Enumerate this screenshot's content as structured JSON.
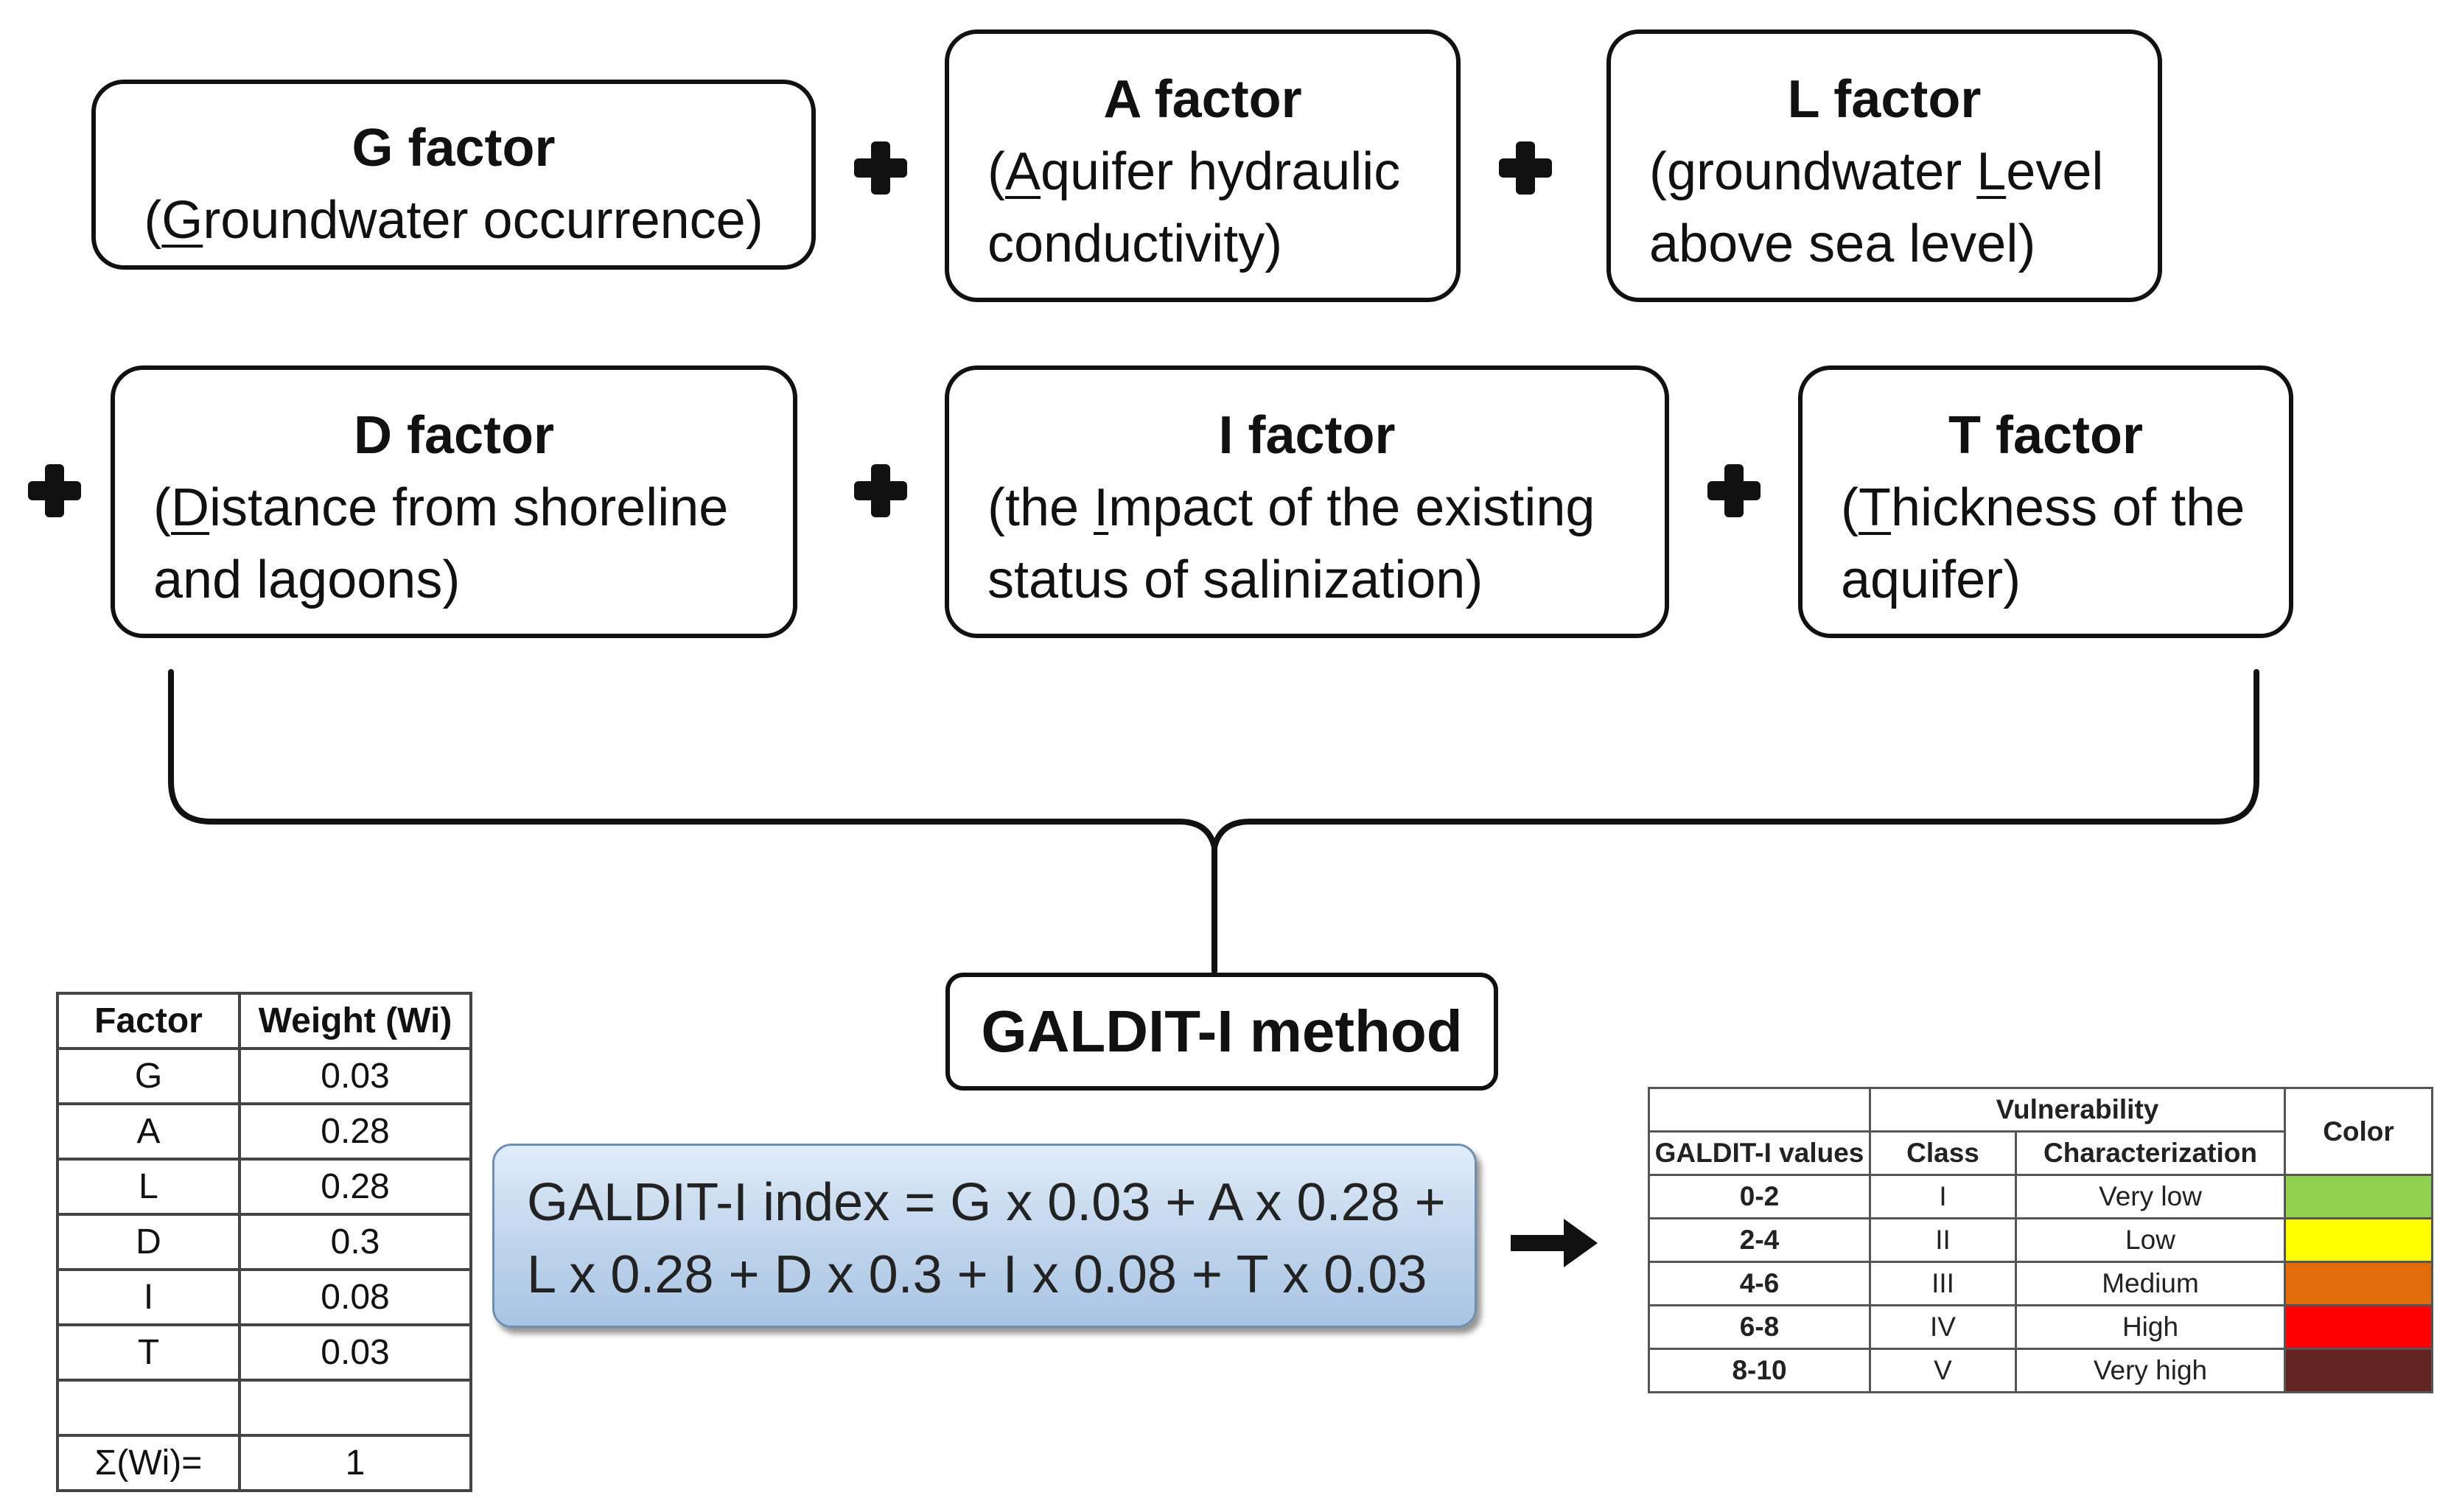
{
  "factors": [
    {
      "title": "G factor",
      "desc_pre": "(",
      "desc_letter": "G",
      "desc_post": "roundwater occurrence)",
      "desc_line2": ""
    },
    {
      "title": "A factor",
      "desc_pre": "(",
      "desc_letter": "A",
      "desc_post": "quifer hydraulic",
      "desc_line2": "conductivity)"
    },
    {
      "title": "L factor",
      "desc_pre": "(groundwater ",
      "desc_letter": "L",
      "desc_post": "evel",
      "desc_line2": "above sea level)"
    },
    {
      "title": "D factor",
      "desc_pre": "(",
      "desc_letter": "D",
      "desc_post": "istance from shoreline",
      "desc_line2": "and lagoons)"
    },
    {
      "title": "I factor",
      "desc_pre": "(the ",
      "desc_letter": "I",
      "desc_post": "mpact of the existing",
      "desc_line2": "status of salinization)"
    },
    {
      "title": "T factor",
      "desc_pre": "(",
      "desc_letter": "T",
      "desc_post": "hickness of the",
      "desc_line2": "aquifer)"
    }
  ],
  "method_label": "GALDIT-I method",
  "index_formula": {
    "line1": "GALDIT-I index = G x 0.03 + A x 0.28 +",
    "line2": "L x 0.28 + D x 0.3 + I x 0.08 + T x 0.03"
  },
  "weights_table": {
    "headers": [
      "Factor",
      "Weight (Wi)"
    ],
    "rows": [
      [
        "G",
        "0.03"
      ],
      [
        "A",
        "0.28"
      ],
      [
        "L",
        "0.28"
      ],
      [
        "D",
        "0.3"
      ],
      [
        "I",
        "0.08"
      ],
      [
        "T",
        "0.03"
      ],
      [
        "",
        ""
      ],
      [
        "Σ(Wi)=",
        "1"
      ]
    ]
  },
  "vulnerability_table": {
    "group_header": "Vulnerability",
    "col_values": "GALDIT-I values",
    "col_class": "Class",
    "col_char": "Characterization",
    "col_color": "Color",
    "rows": [
      {
        "range": "0-2",
        "class": "I",
        "label": "Very low",
        "color": "#92d050"
      },
      {
        "range": "2-4",
        "class": "II",
        "label": "Low",
        "color": "#ffff00"
      },
      {
        "range": "4-6",
        "class": "III",
        "label": "Medium",
        "color": "#e26b0a"
      },
      {
        "range": "6-8",
        "class": "IV",
        "label": "High",
        "color": "#ff0000"
      },
      {
        "range": "8-10",
        "class": "V",
        "label": "Very high",
        "color": "#632523"
      }
    ]
  }
}
